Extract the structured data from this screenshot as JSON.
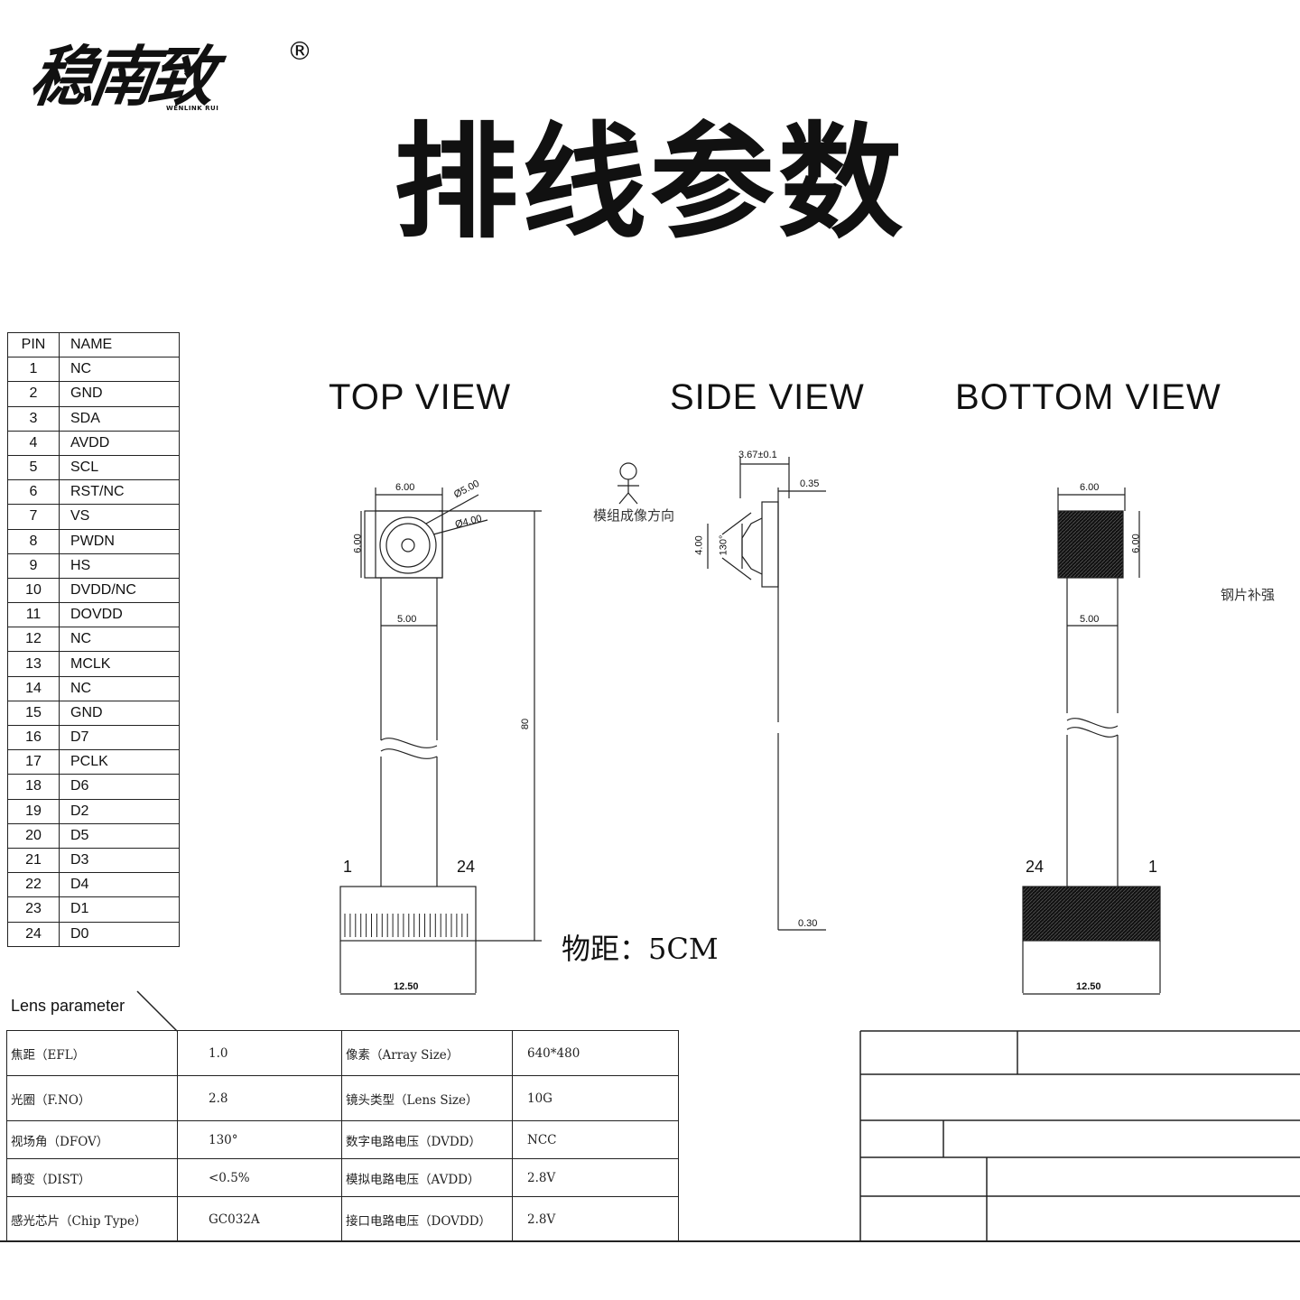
{
  "brand": {
    "name": "稳南致",
    "registered": "®",
    "sub": "WENLINK RUI"
  },
  "title": "排线参数",
  "pin_table": {
    "headers": [
      "PIN",
      "NAME"
    ],
    "rows": [
      [
        "1",
        "NC"
      ],
      [
        "2",
        "GND"
      ],
      [
        "3",
        "SDA"
      ],
      [
        "4",
        "AVDD"
      ],
      [
        "5",
        "SCL"
      ],
      [
        "6",
        "RST/NC"
      ],
      [
        "7",
        "VS"
      ],
      [
        "8",
        "PWDN"
      ],
      [
        "9",
        "HS"
      ],
      [
        "10",
        "DVDD/NC"
      ],
      [
        "11",
        "DOVDD"
      ],
      [
        "12",
        "NC"
      ],
      [
        "13",
        "MCLK"
      ],
      [
        "14",
        "NC"
      ],
      [
        "15",
        "GND"
      ],
      [
        "16",
        "D7"
      ],
      [
        "17",
        "PCLK"
      ],
      [
        "18",
        "D6"
      ],
      [
        "19",
        "D2"
      ],
      [
        "20",
        "D5"
      ],
      [
        "21",
        "D3"
      ],
      [
        "22",
        "D4"
      ],
      [
        "23",
        "D1"
      ],
      [
        "24",
        "D0"
      ]
    ]
  },
  "views": {
    "top": "TOP  VIEW",
    "side": "SIDE  VIEW",
    "bottom": "BOTTOM  VIEW"
  },
  "top_view": {
    "dim_width": "6.00",
    "dim_height": "6.00",
    "dim_d1": "Ø5.00",
    "dim_d2": "Ø4.00",
    "dim_ribbon": "5.00",
    "dim_length": "80",
    "dim_conn": "12.50",
    "pin_left": "1",
    "pin_right": "24"
  },
  "side_view": {
    "dim_top": "3.67±0.1",
    "dim_thick": "0.35",
    "dim_lens": "4.00",
    "dim_angle": "130°",
    "dim_bottom": "0.30",
    "imaging_note": "模组成像方向",
    "distance": "物距：5CM"
  },
  "bottom_view": {
    "dim_width": "6.00",
    "dim_height": "6.00",
    "dim_ribbon": "5.00",
    "dim_conn": "12.50",
    "pin_left": "24",
    "pin_right": "1",
    "stiffener": "钢片补强"
  },
  "lens": {
    "title": "Lens parameter",
    "rows": [
      [
        "焦距（EFL）",
        "1.0",
        "像素（Array Size）",
        "640*480"
      ],
      [
        "光圈（F.NO）",
        "2.8",
        "镜头类型（Lens Size）",
        "10G"
      ],
      [
        "视场角（DFOV）",
        "130°",
        "数字电路电压（DVDD）",
        "NCC"
      ],
      [
        "畸变（DIST）",
        "<0.5%",
        "模拟电路电压（AVDD）",
        "2.8V"
      ],
      [
        "感光芯片（Chip Type）",
        "GC032A",
        "接口电路电压（DOVDD）",
        "2.8V"
      ]
    ]
  }
}
